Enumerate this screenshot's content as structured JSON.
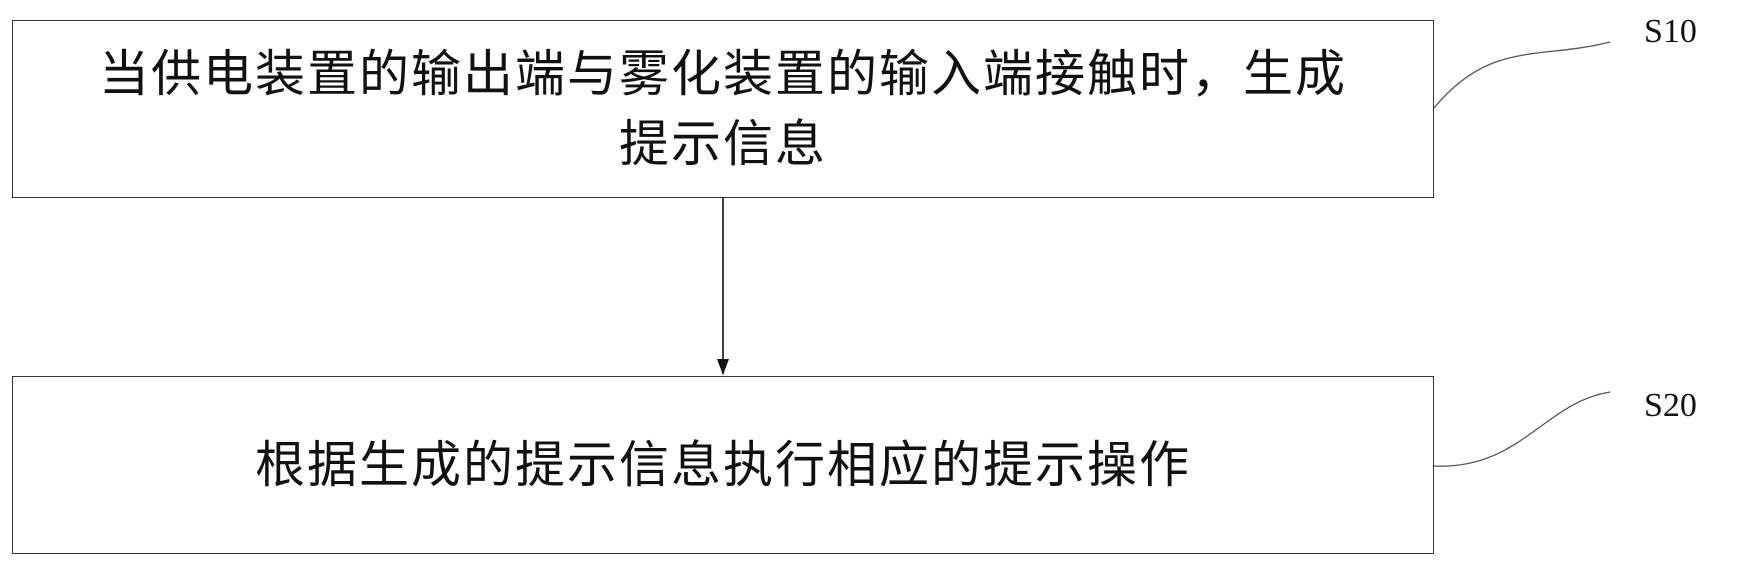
{
  "steps": [
    {
      "id": "S10",
      "label": "S10",
      "text": "当供电装置的输出端与雾化装置的输入端接触时，生成\n提示信息"
    },
    {
      "id": "S20",
      "label": "S20",
      "text": "根据生成的提示信息执行相应的提示操作"
    }
  ],
  "colors": {
    "stroke": "#333333",
    "text": "#111111",
    "background": "#ffffff"
  }
}
